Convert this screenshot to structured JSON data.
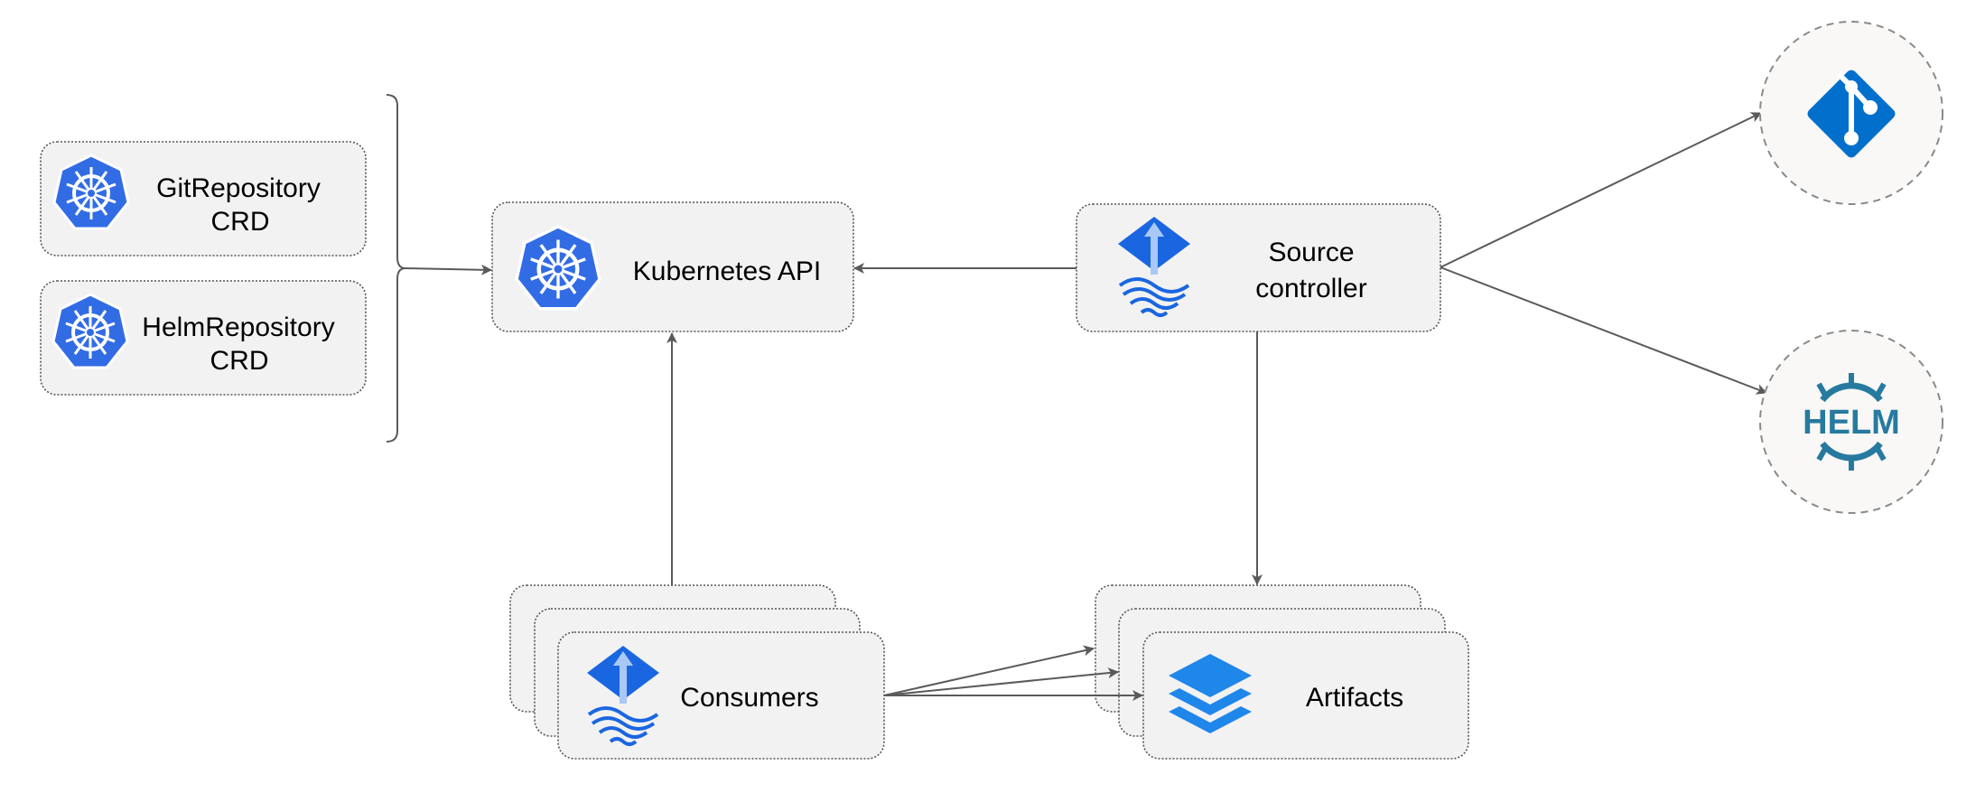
{
  "nodes": {
    "git_repository": {
      "line1": "GitRepository",
      "line2": "CRD",
      "icon": "kubernetes-icon"
    },
    "helm_repository": {
      "line1": "HelmRepository",
      "line2": "CRD",
      "icon": "kubernetes-icon"
    },
    "kubernetes_api": {
      "label": "Kubernetes API",
      "icon": "kubernetes-icon"
    },
    "source_controller": {
      "line1": "Source",
      "line2": "controller",
      "icon": "flux-icon"
    },
    "consumers": {
      "label": "Consumers",
      "icon": "flux-icon"
    },
    "artifacts": {
      "label": "Artifacts",
      "icon": "layers-icon"
    },
    "git": {
      "icon": "git-icon"
    },
    "helm": {
      "icon": "helm-icon",
      "logo_text": "HELM"
    }
  },
  "edges": [
    {
      "from": "git_repository+helm_repository",
      "to": "kubernetes_api"
    },
    {
      "from": "source_controller",
      "to": "kubernetes_api"
    },
    {
      "from": "source_controller",
      "to": "git"
    },
    {
      "from": "source_controller",
      "to": "helm"
    },
    {
      "from": "source_controller",
      "to": "artifacts"
    },
    {
      "from": "consumers",
      "to": "kubernetes_api"
    },
    {
      "from": "consumers",
      "to": "artifacts"
    }
  ],
  "colors": {
    "kubernetes": "#326ce5",
    "flux": "#1a66e0",
    "git": "#0070cc",
    "helm": "#277a9f",
    "layers": "#1f86ea",
    "node_fill": "#f2f2f2"
  }
}
